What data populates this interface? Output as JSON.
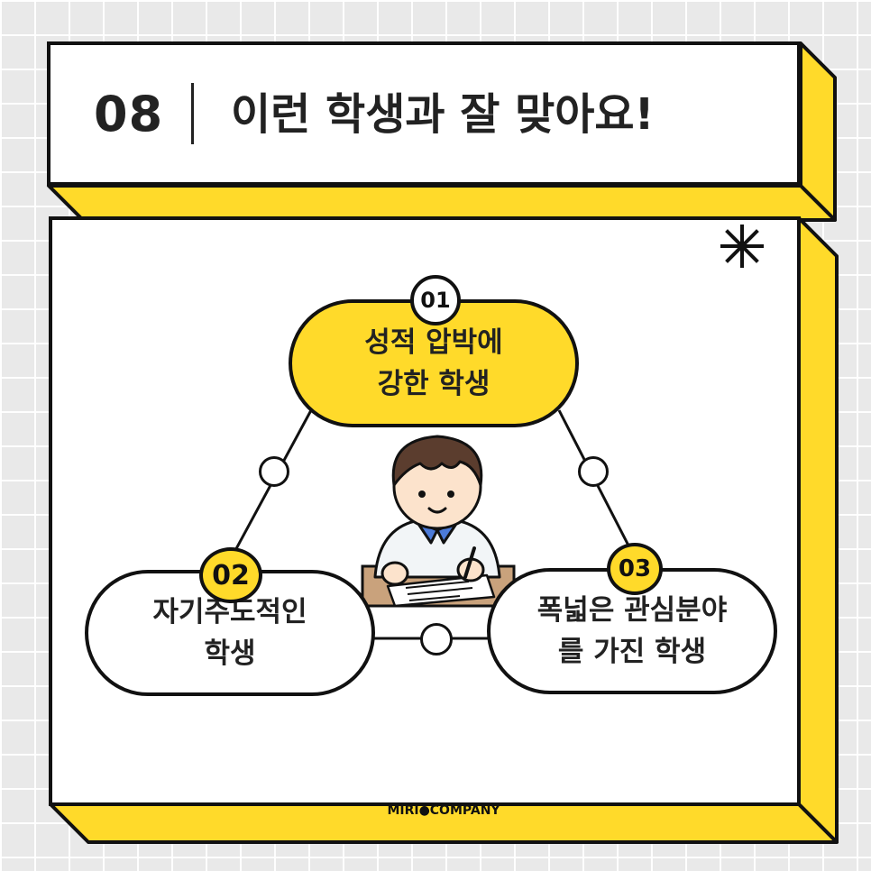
{
  "colors": {
    "accent": "#FFDA2A",
    "outline": "#111111",
    "card": "#FFFFFF",
    "background": "#E9E9E9",
    "text": "#222222"
  },
  "header": {
    "number": "08",
    "title": "이런 학생과 잘 맞아요!"
  },
  "traits": [
    {
      "number": "01",
      "label": "성적 압박에\n강한 학생",
      "style": "filled"
    },
    {
      "number": "02",
      "label": "자기주도적인\n학생",
      "style": "outline"
    },
    {
      "number": "03",
      "label": "폭넓은 관심분야\n를 가진 학생",
      "style": "outline"
    }
  ],
  "decorations": {
    "corner_icon": "asterisk-icon",
    "illustration": "student-studying-illustration"
  },
  "footer": {
    "brand": "MIRI●COMPANY"
  }
}
